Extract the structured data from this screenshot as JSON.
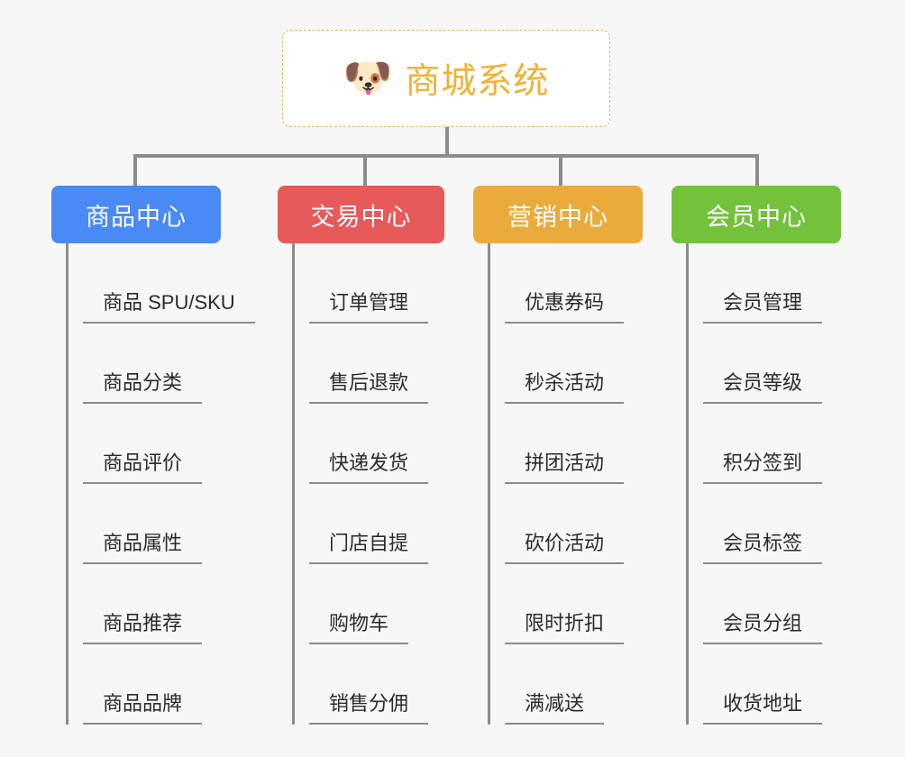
{
  "diagram": {
    "type": "mindmap-org-chart",
    "background_color": "#f7f7f7",
    "root": {
      "title": "商城系统",
      "icon": "shiba-dog-face-emoji",
      "emoji": "🐶",
      "text_color": "#f2b134",
      "border_color": "#eab95d",
      "background_color": "#ffffff"
    },
    "connector_color": "#8c8c8c",
    "branches": [
      {
        "label": "商品中心",
        "color": "#4a8af4",
        "items": [
          "商品 SPU/SKU",
          "商品分类",
          "商品评价",
          "商品属性",
          "商品推荐",
          "商品品牌"
        ]
      },
      {
        "label": "交易中心",
        "color": "#e8595a",
        "items": [
          "订单管理",
          "售后退款",
          "快递发货",
          "门店自提",
          "购物车",
          "销售分佣"
        ]
      },
      {
        "label": "营销中心",
        "color": "#eaab3d",
        "items": [
          "优惠券码",
          "秒杀活动",
          "拼团活动",
          "砍价活动",
          "限时折扣",
          "满减送"
        ]
      },
      {
        "label": "会员中心",
        "color": "#74c13c",
        "items": [
          "会员管理",
          "会员等级",
          "积分签到",
          "会员标签",
          "会员分组",
          "收货地址"
        ]
      }
    ]
  }
}
